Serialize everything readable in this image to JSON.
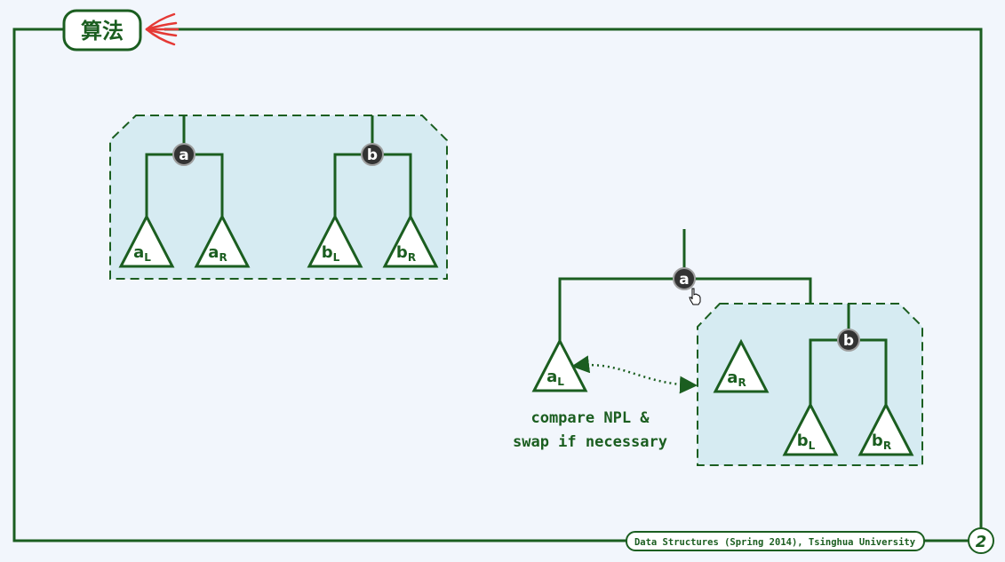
{
  "slide": {
    "title": "算法",
    "footer": "Data Structures (Spring 2014), Tsinghua University",
    "page_number": "2"
  },
  "left_diagram": {
    "node_a": "a",
    "node_b": "b",
    "a_left": {
      "base": "a",
      "sub": "L"
    },
    "a_right": {
      "base": "a",
      "sub": "R"
    },
    "b_left": {
      "base": "b",
      "sub": "L"
    },
    "b_right": {
      "base": "b",
      "sub": "R"
    }
  },
  "right_diagram": {
    "node_a": "a",
    "node_b": "b",
    "a_left": {
      "base": "a",
      "sub": "L"
    },
    "a_right": {
      "base": "a",
      "sub": "R"
    },
    "b_left": {
      "base": "b",
      "sub": "L"
    },
    "b_right": {
      "base": "b",
      "sub": "R"
    },
    "caption_line1": "compare NPL &",
    "caption_line2": "swap if necessary"
  },
  "colors": {
    "line": "#1b5e20",
    "box_fill": "#d6ebf2",
    "node_fill": "#333333",
    "background": "#f2f6fc",
    "title_arrow": "#e53935"
  }
}
